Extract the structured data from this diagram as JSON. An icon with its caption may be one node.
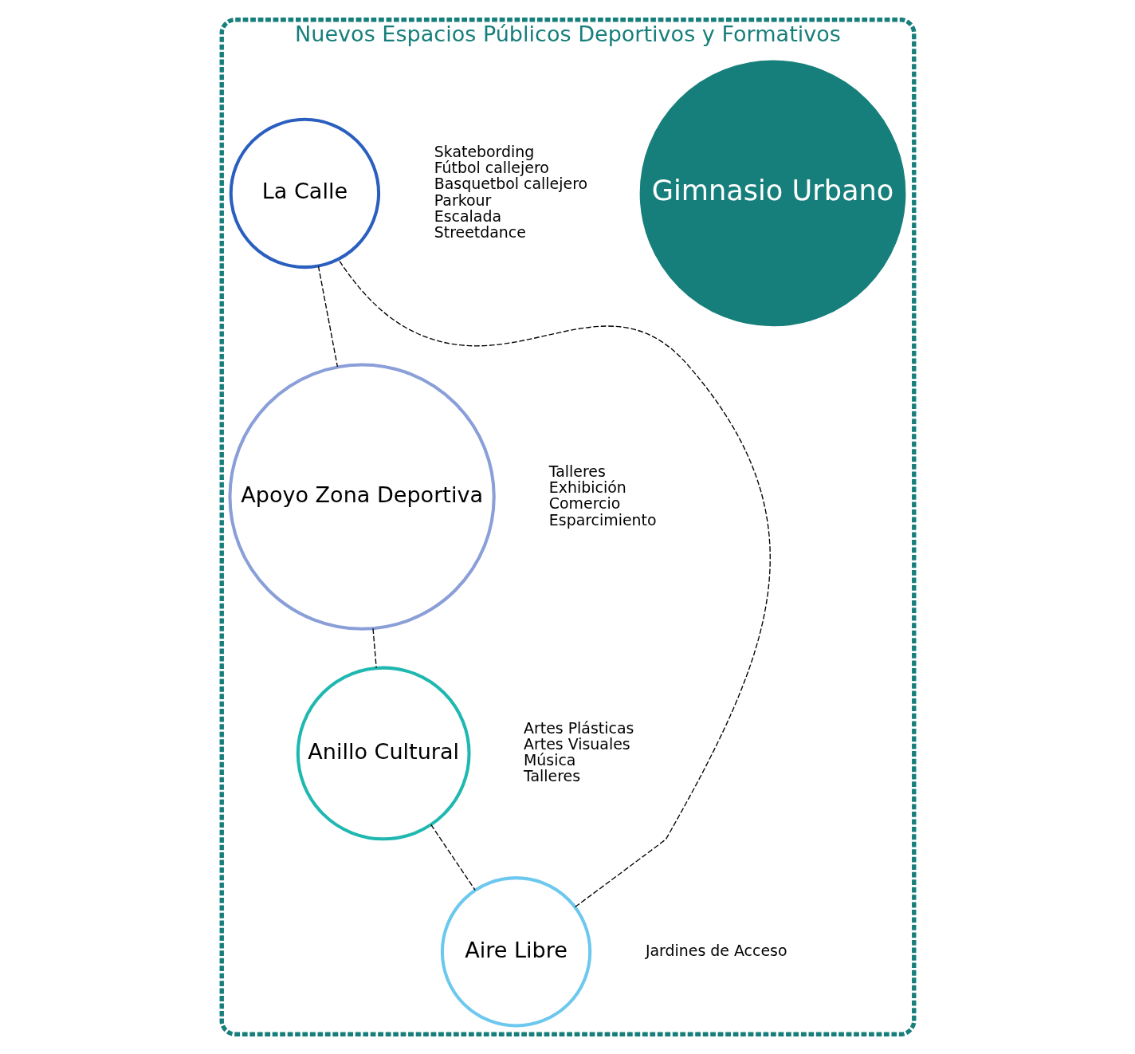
{
  "diagram": {
    "nodes": [
      {
        "text": [
          "Nuevos Espacios Públicos Deportivos y Formativos"
        ]
      },
      {
        "text": [
          "Gimnasio Urbano"
        ],
        "in": 0
      },
      {
        "text": [
          "La Calle"
        ],
        "in": 0,
        "beside": [
          "Skatebording",
          "Fútbol callejero",
          "Basquetbol callejero",
          "Parkour",
          "Escalada",
          "Streetdance"
        ]
      },
      {
        "text": [
          "Apoyo Zona Deportiva"
        ],
        "in": 0,
        "beside": [
          "Talleres",
          "Exhibición",
          "Comercio",
          "Esparcimiento"
        ]
      },
      {
        "text": [
          "Anillo Cultural"
        ],
        "in": 0,
        "beside": [
          "Artes Plásticas",
          "Artes Visuales",
          "Música",
          "Talleres"
        ]
      },
      {
        "text": [
          "Aire Libre"
        ],
        "in": 0,
        "beside": [
          "Jardines de Acceso"
        ]
      }
    ],
    "edges": [
      {
        "from": 2,
        "to": 3,
        "arrow": "none",
        "style": "dashed"
      },
      {
        "from": 3,
        "to": 4,
        "arrow": "none",
        "style": "dashed"
      },
      {
        "from": 4,
        "to": 5,
        "arrow": "none",
        "style": "dashed"
      },
      {
        "from": 5,
        "to": 2,
        "arrow": "none",
        "style": "dashed"
      }
    ]
  }
}
